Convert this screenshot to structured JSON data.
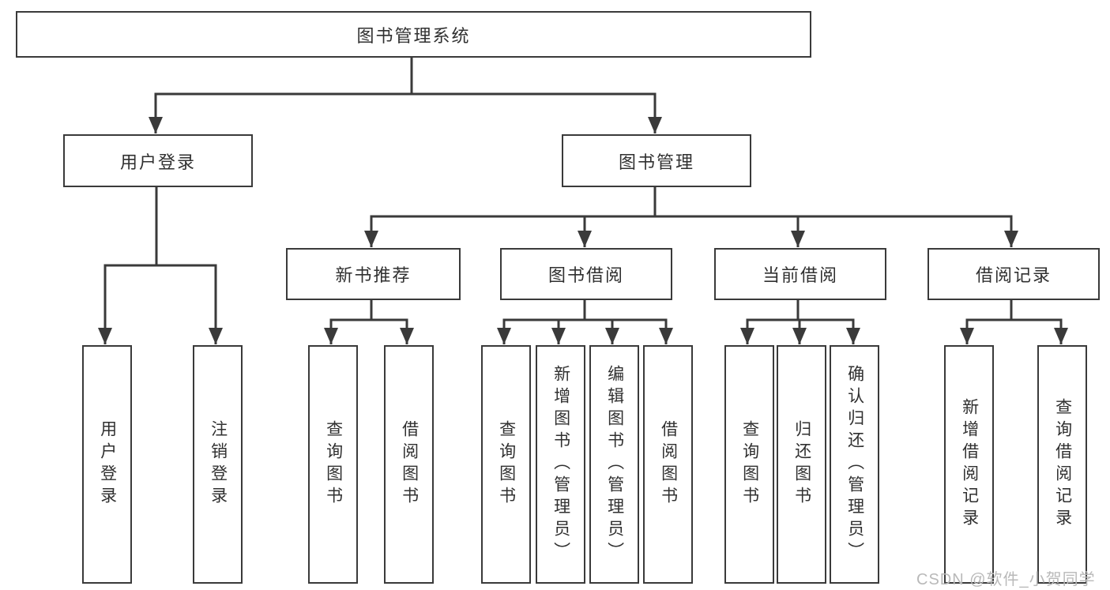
{
  "tree": {
    "root": {
      "label": "图书管理系统"
    },
    "children": [
      {
        "label": "用户登录",
        "children": [
          {
            "label": "用户登录"
          },
          {
            "label": "注销登录"
          }
        ]
      },
      {
        "label": "图书管理",
        "children": [
          {
            "label": "新书推荐",
            "children": [
              {
                "label": "查询图书"
              },
              {
                "label": "借阅图书"
              }
            ]
          },
          {
            "label": "图书借阅",
            "children": [
              {
                "label": "查询图书"
              },
              {
                "label": "新增图书（管理员）"
              },
              {
                "label": "编辑图书（管理员）"
              },
              {
                "label": "借阅图书"
              }
            ]
          },
          {
            "label": "当前借阅",
            "children": [
              {
                "label": "查询图书"
              },
              {
                "label": "归还图书"
              },
              {
                "label": "确认归还（管理员）"
              }
            ]
          },
          {
            "label": "借阅记录",
            "children": [
              {
                "label": "新增借阅记录"
              },
              {
                "label": "查询借阅记录"
              }
            ]
          }
        ]
      }
    ]
  },
  "watermark": {
    "text": "CSDN @软件_小贺同学"
  },
  "colors": {
    "line": "#3a3a3a",
    "text": "#303030",
    "watermark": "#b9b9b9",
    "background": "#ffffff"
  }
}
